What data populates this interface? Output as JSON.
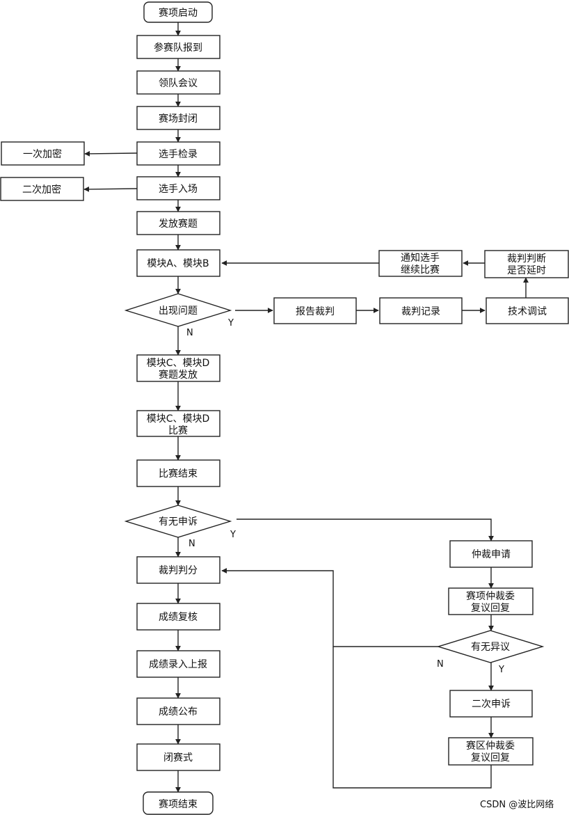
{
  "nodes": {
    "start": "赛项启动",
    "checkin": "参赛队报到",
    "leader_meeting": "领队会议",
    "venue_closed": "赛场封闭",
    "player_check": "选手检录",
    "first_encrypt": "一次加密",
    "player_entry": "选手入场",
    "second_encrypt": "二次加密",
    "issue_questions": "发放赛题",
    "module_ab": "模块A、模块B",
    "problem_decision": "出现问题",
    "report_judge": "报告裁判",
    "judge_record": "裁判记录",
    "tech_debug": "技术调试",
    "judge_decide": [
      "裁判判断",
      "是否延时"
    ],
    "notify_continue": [
      "通知选手",
      "继续比赛"
    ],
    "module_cd_issue": [
      "模块C、模块D",
      "赛题发放"
    ],
    "module_cd_compete": [
      "模块C、模块D",
      "比赛"
    ],
    "competition_end": "比赛结束",
    "appeal_decision": "有无申诉",
    "judge_scoring": "裁判判分",
    "score_review": "成绩复核",
    "score_entry": "成绩录入上报",
    "score_publish": "成绩公布",
    "closing": "闭赛式",
    "event_end": "赛项结束",
    "arbitration_request": "仲裁申请",
    "event_arbitration_reply": [
      "赛项仲裁委",
      "复议回复"
    ],
    "objection_decision": "有无异议",
    "second_appeal": "二次申诉",
    "district_arbitration_reply": [
      "赛区仲裁委",
      "复议回复"
    ]
  },
  "edge_labels": {
    "problem_yes": "Y",
    "problem_no": "N",
    "appeal_yes": "Y",
    "appeal_no": "N",
    "objection_no": "N",
    "objection_yes": "Y"
  },
  "watermark": "CSDN @波比网络",
  "colors": {
    "line": "#222222",
    "fill": "#ffffff",
    "text": "#111111"
  }
}
